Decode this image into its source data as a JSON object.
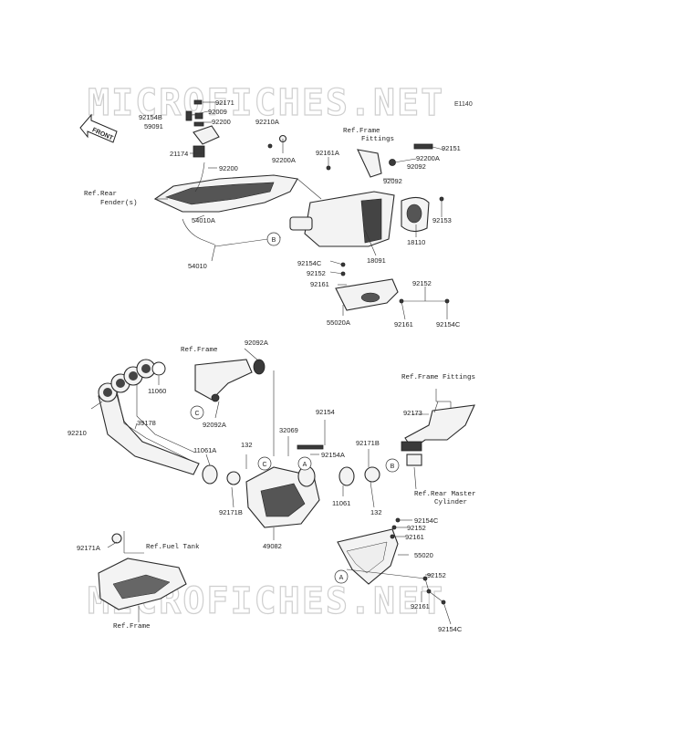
{
  "watermark": {
    "text": "MICROFICHES.NET"
  },
  "diagram_code": "E1140",
  "front_label": "FRONT",
  "parts": {
    "p92171": "92171",
    "p92009": "92009",
    "p92154B": "92154B",
    "p59091": "59091",
    "p92200_top": "92200",
    "p92210A_top": "92210A",
    "p92200A_top": "92200A",
    "p21174": "21174",
    "p92200_mid": "92200",
    "p54010A": "54010A",
    "p54010": "54010",
    "p92161A": "92161A",
    "p92151": "92151",
    "p92200A_right": "92200A",
    "p92092_a": "92092",
    "p92092_b": "92092",
    "p92153": "92153",
    "p18091": "18091",
    "p18110": "18110",
    "p92154C_a": "92154C",
    "p92152_a": "92152",
    "p92161_a": "92161",
    "p55020A": "55020A",
    "p92152_b": "92152",
    "p92161_b": "92161",
    "p92154C_b": "92154C",
    "p92092A_top": "92092A",
    "p11060": "11060",
    "p92092A_bot": "92092A",
    "p92210": "92210",
    "p39178": "39178",
    "p11061A": "11061A",
    "p132_a": "132",
    "p32069": "32069",
    "p92154": "92154",
    "p92154A": "92154A",
    "p92171B_a": "92171B",
    "p92171B_b": "92171B",
    "p11061": "11061",
    "p132_b": "132",
    "p49082": "49082",
    "p92173": "92173",
    "p92171A": "92171A",
    "p92154C_c": "92154C",
    "p92152_c": "92152",
    "p92161_c": "92161",
    "p55020": "55020",
    "p92152_d": "92152",
    "p92161_d": "92161",
    "p92154C_d": "92154C"
  },
  "refs": {
    "rear_fender_1": "Ref.Rear",
    "rear_fender_2": "Fender(s)",
    "frame_fittings_top_1": "Ref.Frame",
    "frame_fittings_top_2": "Fittings",
    "frame_mid": "Ref.Frame",
    "frame_fittings_right": "Ref.Frame Fittings",
    "rear_master_1": "Ref.Rear Master",
    "rear_master_2": "Cylinder",
    "fuel_tank": "Ref.Fuel Tank",
    "frame_bottom": "Ref.Frame"
  },
  "callouts": {
    "A": "A",
    "B": "B",
    "C": "C"
  }
}
